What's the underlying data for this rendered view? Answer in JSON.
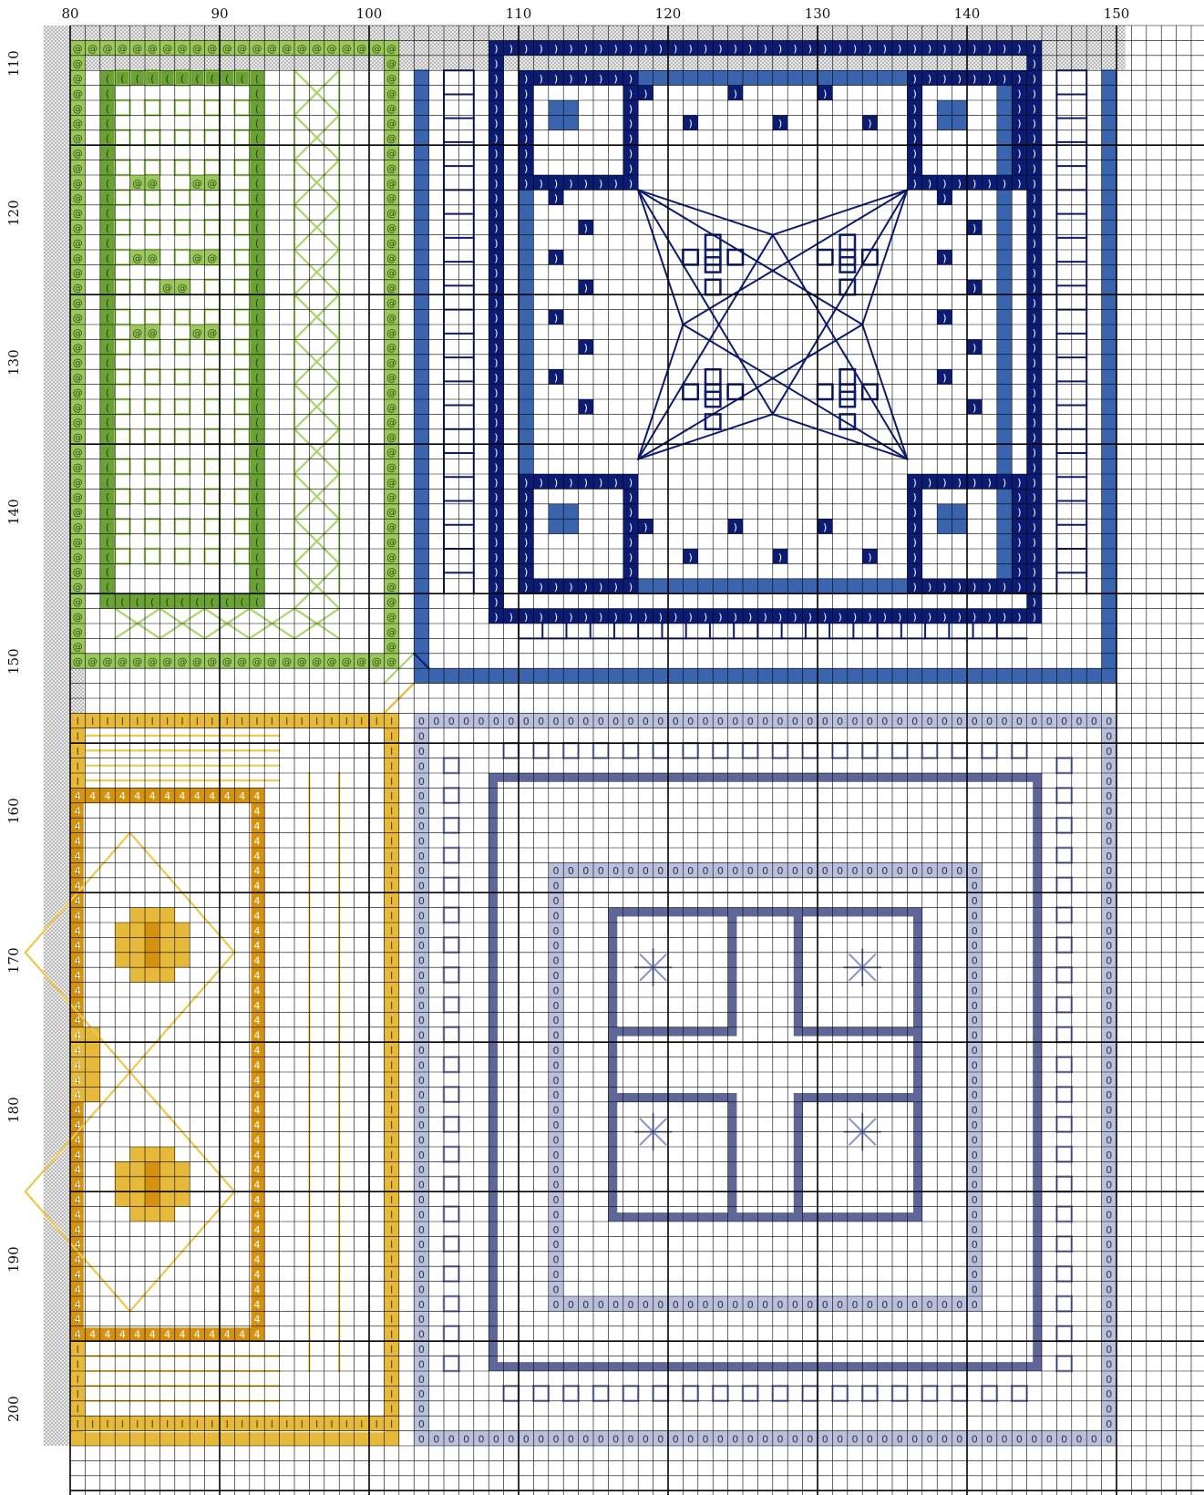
{
  "axes": {
    "top_labels": [
      "80",
      "90",
      "100",
      "110",
      "120",
      "130",
      "140",
      "150"
    ],
    "left_labels": [
      "110",
      "120",
      "130",
      "140",
      "150",
      "160",
      "170",
      "180",
      "190",
      "200"
    ]
  },
  "palette": {
    "green_dark": "#6aa334",
    "green_light": "#a9d56b",
    "green_fill": "#9ac85a",
    "blue_dark": "#0c1c73",
    "blue_mid": "#3a64ad",
    "lavender": "#b8c0de",
    "lavender_line": "#8791c6",
    "slate": "#5e6797",
    "gold": "#e7b93b",
    "gold_dark": "#d5920f",
    "gold_light": "#f0c84a",
    "gray_dots": "#d9d9d9",
    "gray_solid": "#9a9a9a",
    "black": "#1a1a1a",
    "grid": "#000000"
  },
  "symbols": {
    "green_dark": "(",
    "green_light": "@",
    "blue_dark": ")",
    "lavender": "0",
    "gold": "I",
    "gold_dark": "4"
  }
}
